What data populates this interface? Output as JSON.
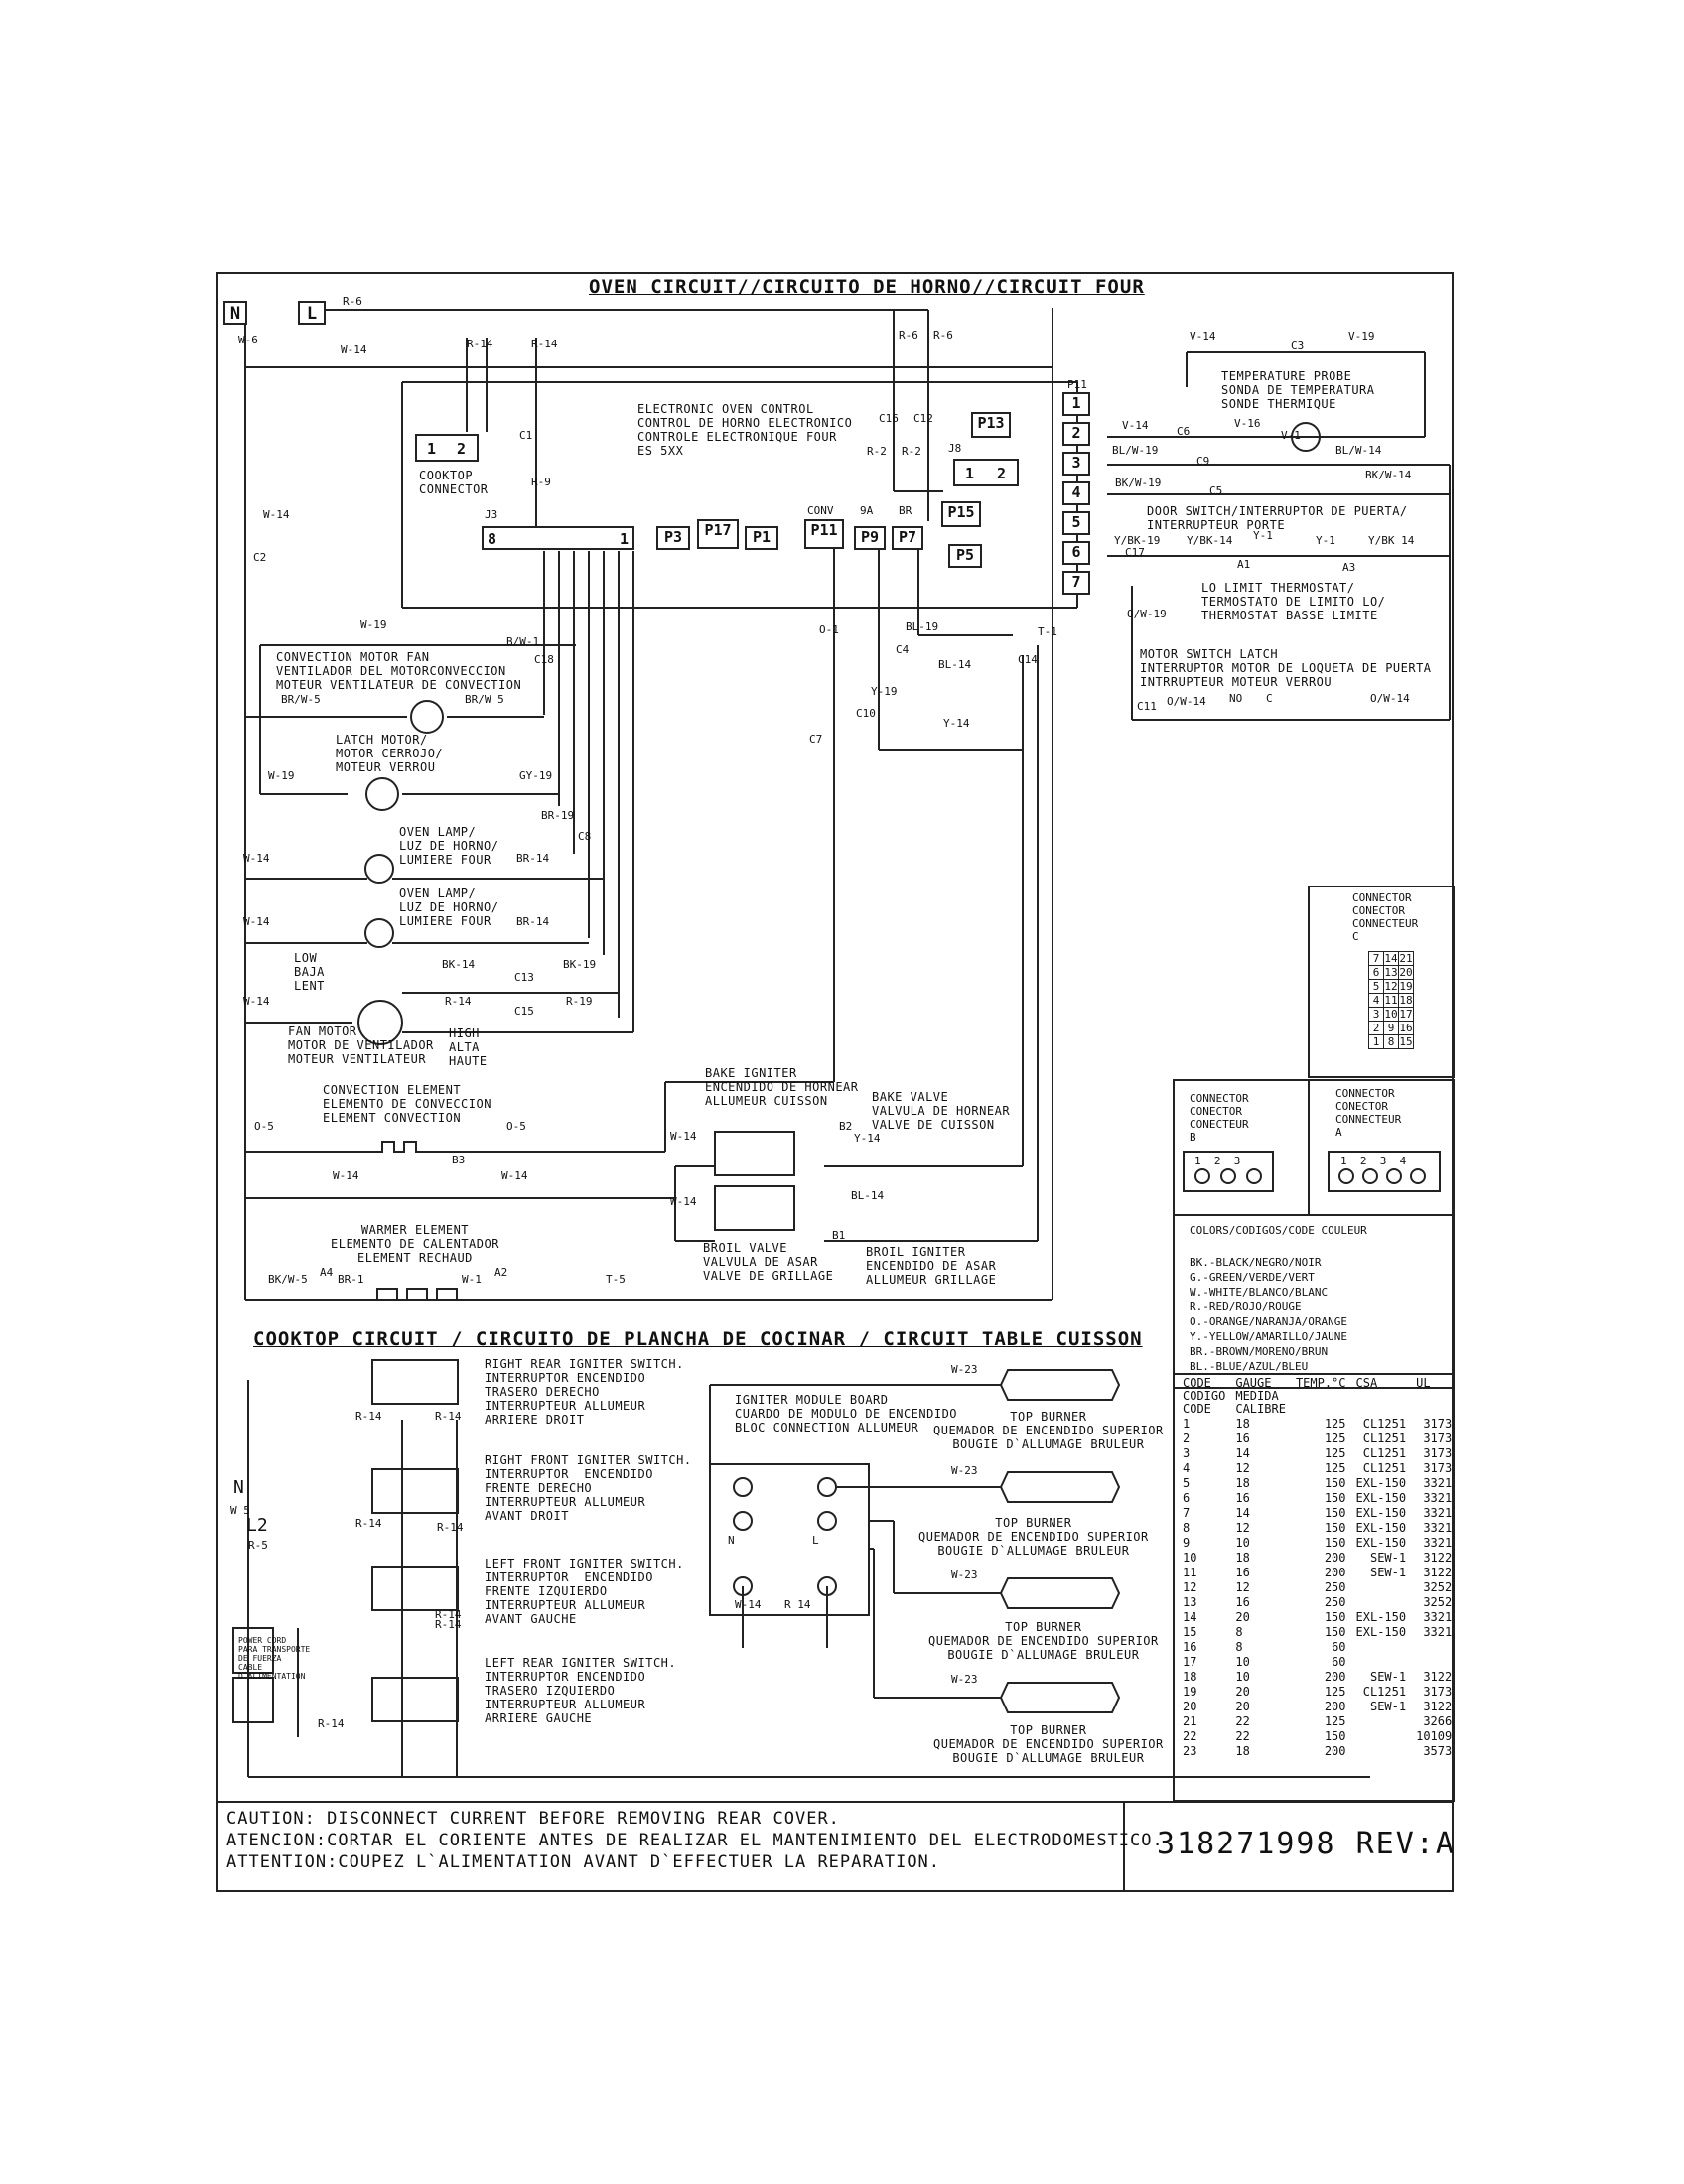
{
  "oven_title": "OVEN CIRCUIT//CIRCUITO DE HORNO//CIRCUIT FOUR",
  "cooktop_title": "COOKTOP CIRCUIT / CIRCUITO DE PLANCHA DE COCINAR / CIRCUIT TABLE CUISSON",
  "terminals": {
    "n": "N",
    "l": "L"
  },
  "control_label": "ELECTRONIC OVEN CONTROL\nCONTROL DE HORNO ELECTRONICO\nCONTROLE ELECTRONIQUE FOUR\nES 5XX",
  "cooktop_connector": "COOKTOP\nCONNECTOR",
  "temp_probe": "TEMPERATURE PROBE\nSONDA DE TEMPERATURA\nSONDE THERMIQUE",
  "door_switch": "DOOR SWITCH/INTERRUPTOR DE PUERTA/\nINTERRUPTEUR PORTE",
  "lo_limit": "LO LIMIT THERMOSTAT/\nTERMOSTATO DE LIMITO LO/\nTHERMOSTAT BASSE LIMITE",
  "motor_switch": "MOTOR SWITCH LATCH\nINTERRUPTOR MOTOR DE LOQUETA DE PUERTA\nINTRRUPTEUR MOTEUR VERROU",
  "conv_fan": "CONVECTION MOTOR FAN\nVENTILADOR DEL MOTORCONVECCION\nMOTEUR VENTILATEUR DE CONVECTION",
  "latch_motor": "LATCH MOTOR/\nMOTOR CERROJO/\nMOTEUR VERROU",
  "oven_lamp": "OVEN LAMP/\nLUZ DE HORNO/\nLUMIERE FOUR",
  "fan_motor": "FAN MOTOR\nMOTOR DE VENTILADOR\nMOTEUR VENTILATEUR",
  "low": "LOW\nBAJA\nLENT",
  "high": "HIGH\nALTA\nHAUTE",
  "conv_element": "CONVECTION ELEMENT\nELEMENTO DE CONVECCION\nELEMENT CONVECTION",
  "bake_igniter": "BAKE IGNITER\nENCENDIDO DE HORNEAR\nALLUMEUR CUISSON",
  "bake_valve": "BAKE VALVE\nVALVULA DE HORNEAR\nVALVE DE CUISSON",
  "broil_valve": "BROIL VALVE\nVALVULA DE ASAR\nVALVE DE GRILLAGE",
  "broil_igniter": "BROIL IGNITER\nENCENDIDO DE ASAR\nALLUMEUR GRILLAGE",
  "warmer": "WARMER ELEMENT\nELEMENTO DE CALENTADOR\nELEMENT RECHAUD",
  "switches": [
    "RIGHT REAR IGNITER SWITCH.\nINTERRUPTOR ENCENDIDO\nTRASERO DERECHO\nINTERRUPTEUR ALLUMEUR\nARRIERE DROIT",
    "RIGHT FRONT IGNITER SWITCH.\nINTERRUPTOR  ENCENDIDO\nFRENTE DERECHO\nINTERRUPTEUR ALLUMEUR\nAVANT DROIT",
    "LEFT FRONT IGNITER SWITCH.\nINTERRUPTOR  ENCENDIDO\nFRENTE IZQUIERDO\nINTERRUPTEUR ALLUMEUR\nAVANT GAUCHE",
    "LEFT REAR IGNITER SWITCH.\nINTERRUPTOR ENCENDIDO\nTRASERO IZQUIERDO\nINTERRUPTEUR ALLUMEUR\nARRIERE GAUCHE"
  ],
  "igniter_module": "IGNITER MODULE BOARD\nCUARDO DE MODULO DE ENCENDIDO\nBLOC CONNECTION ALLUMEUR",
  "top_burner": "TOP BURNER\nQUEMADOR DE ENCENDIDO SUPERIOR\nBOUGIE D`ALLUMAGE BRULEUR",
  "power_cord": "POWER CORD\nPARA TRANSPORTE\nDE FUERZA\nCABLE\nD`ALIMENTATION",
  "connectors": {
    "c": "CONNECTOR\nCONECTOR\nCONNECTEUR\nC",
    "b": "CONNECTOR\nCONECTOR\nCONECTEUR\nB",
    "a": "CONNECTOR\nCONECTOR\nCONNECTEUR\nA",
    "c_grid": [
      [
        "7",
        "14",
        "21"
      ],
      [
        "6",
        "13",
        "20"
      ],
      [
        "5",
        "12",
        "19"
      ],
      [
        "4",
        "11",
        "18"
      ],
      [
        "3",
        "10",
        "17"
      ],
      [
        "2",
        "9",
        "16"
      ],
      [
        "1",
        "8",
        "15"
      ]
    ]
  },
  "colors": {
    "title": "COLORS/CODIGOS/CODE COULEUR",
    "items": [
      "BK.-BLACK/NEGRO/NOIR",
      "G.-GREEN/VERDE/VERT",
      "W.-WHITE/BLANCO/BLANC",
      "R.-RED/ROJO/ROUGE",
      "O.-ORANGE/NARANJA/ORANGE",
      "Y.-YELLOW/AMARILLO/JAUNE",
      "BR.-BROWN/MORENO/BRUN",
      "BL.-BLUE/AZUL/BLEU"
    ]
  },
  "gauge_table": {
    "headers": [
      "CODE\nCODIGO\nCODE",
      "GAUGE\nMEDIDA\nCALIBRE",
      "TEMP.°C",
      "CSA",
      "UL"
    ],
    "rows": [
      [
        "1",
        "18",
        "125",
        "CL1251",
        "3173"
      ],
      [
        "2",
        "16",
        "125",
        "CL1251",
        "3173"
      ],
      [
        "3",
        "14",
        "125",
        "CL1251",
        "3173"
      ],
      [
        "4",
        "12",
        "125",
        "CL1251",
        "3173"
      ],
      [
        "5",
        "18",
        "150",
        "EXL-150",
        "3321"
      ],
      [
        "6",
        "16",
        "150",
        "EXL-150",
        "3321"
      ],
      [
        "7",
        "14",
        "150",
        "EXL-150",
        "3321"
      ],
      [
        "8",
        "12",
        "150",
        "EXL-150",
        "3321"
      ],
      [
        "9",
        "10",
        "150",
        "EXL-150",
        "3321"
      ],
      [
        "10",
        "18",
        "200",
        "SEW-1",
        "3122"
      ],
      [
        "11",
        "16",
        "200",
        "SEW-1",
        "3122"
      ],
      [
        "12",
        "12",
        "250",
        "",
        "3252"
      ],
      [
        "13",
        "16",
        "250",
        "",
        "3252"
      ],
      [
        "14",
        "20",
        "150",
        "EXL-150",
        "3321"
      ],
      [
        "15",
        "8",
        "150",
        "EXL-150",
        "3321"
      ],
      [
        "16",
        "8",
        "60",
        "",
        ""
      ],
      [
        "17",
        "10",
        "60",
        "",
        ""
      ],
      [
        "18",
        "10",
        "200",
        "SEW-1",
        "3122"
      ],
      [
        "19",
        "20",
        "125",
        "CL1251",
        "3173"
      ],
      [
        "20",
        "20",
        "200",
        "SEW-1",
        "3122"
      ],
      [
        "21",
        "22",
        "125",
        "",
        "3266"
      ],
      [
        "22",
        "22",
        "150",
        "",
        "10109"
      ],
      [
        "23",
        "18",
        "200",
        "",
        "3573"
      ]
    ]
  },
  "caution": [
    "CAUTION: DISCONNECT CURRENT BEFORE REMOVING REAR COVER.",
    "ATENCION:CORTAR EL CORIENTE ANTES DE REALIZAR EL MANTENIMIENTO DEL ELECTRODOMESTICO.",
    "ATTENTION:COUPEZ L`ALIMENTATION AVANT D`EFFECTUER LA REPARATION."
  ],
  "part_number": "318271998 REV:A",
  "p11_pins": [
    "1",
    "2",
    "3",
    "4",
    "5",
    "6",
    "7"
  ],
  "j3": {
    "label": "J3",
    "first": "8",
    "last": "1"
  },
  "ports": {
    "p3": "P3",
    "p17": "P17",
    "p1": "P1",
    "p11": "P11",
    "p9": "P9",
    "p7": "P7",
    "p13": "P13",
    "p15": "P15",
    "p5": "P5",
    "p11b": "P11",
    "j8": "J8",
    "conv": "CONV",
    "n9a": "9A",
    "br": "BR"
  },
  "wire_labels": {
    "r6a": "R-6",
    "w6": "W-6",
    "w14a": "W-14",
    "r14a": "R-14",
    "r14b": "R-14",
    "r6b": "R-6",
    "r6c": "R-6",
    "c1": "C1",
    "c16": "C16",
    "c12": "C12",
    "r2a": "R-2",
    "r2b": "R-2",
    "r9": "R-9",
    "v14a": "V-14",
    "c3": "C3",
    "v19a": "V-19",
    "v14b": "V-14",
    "c6": "C6",
    "v16": "V-16",
    "v1": "V-1",
    "blw19": "BL/W-19",
    "c9": "C9",
    "blw14": "BL/W-14",
    "bkw19": "BK/W-19",
    "c5": "C5",
    "bkw14": "BK/W-14",
    "ybk19": "Y/BK-19",
    "c17": "C17",
    "ybk14": "Y/BK-14",
    "y1a": "Y-1",
    "y1b": "Y-1",
    "ybk14b": "Y/BK 14",
    "a1": "A1",
    "a3": "A3",
    "ow19": "O/W-19",
    "c11": "C11",
    "ow14a": "O/W-14",
    "no": "NO",
    "c": "C",
    "ow14b": "O/W-14",
    "w14b": "W-14",
    "c2": "C2",
    "w19a": "W-19",
    "bw1": "B/W-1",
    "c18": "C18",
    "brw5a": "BR/W-5",
    "brw5b": "BR/W 5",
    "w19b": "W-19",
    "gy19": "GY-19",
    "br19": "BR-19",
    "c8": "C8",
    "w14c": "W-14",
    "br14a": "BR-14",
    "w14d": "W-14",
    "br14b": "BR-14",
    "bk14": "BK-14",
    "bk19": "BK-19",
    "c13": "C13",
    "w14e": "W-14",
    "r14c": "R-14",
    "c15": "C15",
    "r19": "R-19",
    "o1": "O-1",
    "c7": "C7",
    "bl19": "BL-19",
    "c4": "C4",
    "bl14a": "BL-14",
    "y19": "Y-19",
    "c10": "C10",
    "y14a": "Y-14",
    "t1": "T-1",
    "c14": "C14",
    "o5a": "O-5",
    "o5b": "O-5",
    "w14f": "W-14",
    "b2": "B2",
    "y14b": "Y-14",
    "w14g": "W-14",
    "b3": "B3",
    "w14h": "W-14",
    "w14i": "W-14",
    "bl14b": "BL-14",
    "b1": "B1",
    "bkw5": "BK/W-5",
    "a4": "A4",
    "br1": "BR-1",
    "w1": "W-1",
    "a2": "A2",
    "t5": "T-5",
    "r14d": "R-14",
    "r14e": "R-14",
    "r14f": "R-14",
    "r14g": "R-14",
    "r14h": "R-14",
    "r14i": "R-14",
    "r14j": "R-14",
    "w23a": "W-23",
    "w23b": "W-23",
    "w23c": "W-23",
    "w23d": "W-23",
    "w14j": "W-14",
    "r14k": "R 14",
    "mod_n": "N",
    "mod_l": "L",
    "n2": "N",
    "w5": "W 5",
    "l2": "L2",
    "r5": "R-5"
  }
}
